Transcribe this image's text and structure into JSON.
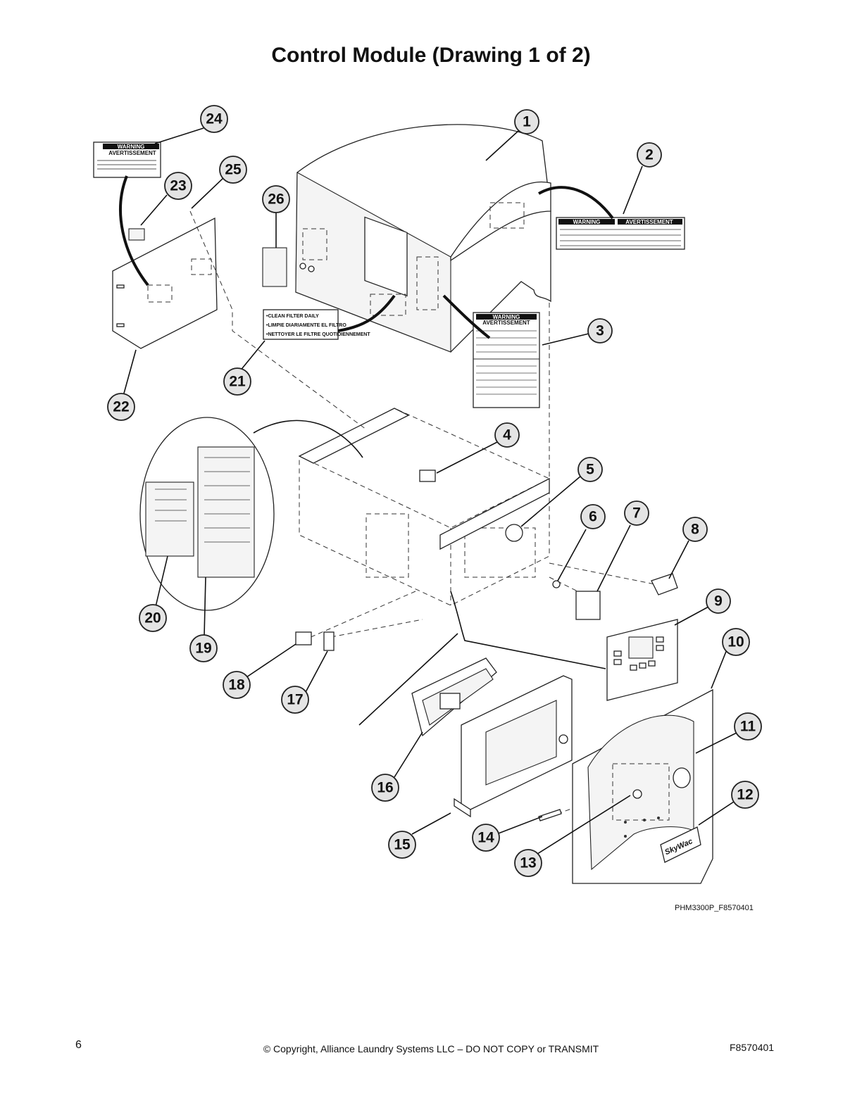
{
  "page": {
    "title": "Control Module (Drawing 1 of 2)",
    "drawing_id": "PHM3300P_F8570401",
    "page_number": "6",
    "copyright": "© Copyright, Alliance Laundry Systems LLC – DO NOT COPY or TRANSMIT",
    "doc_id": "F8570401"
  },
  "labels": {
    "filter": [
      "•CLEAN FILTER DAILY",
      "•LIMPIE DIARIAMENTE EL FILTRO",
      "•NETTOYER LE FILTRE QUOTIDIENNEMENT"
    ],
    "warning": "WARNING",
    "avertissement": "AVERTISSEMENT",
    "brand": "SkyWac"
  },
  "callouts": [
    "1",
    "2",
    "3",
    "4",
    "5",
    "6",
    "7",
    "8",
    "9",
    "10",
    "11",
    "12",
    "13",
    "14",
    "15",
    "16",
    "17",
    "18",
    "19",
    "20",
    "21",
    "22",
    "23",
    "24",
    "25",
    "26"
  ],
  "colors": {
    "ink": "#111111",
    "callout_fill": "#e4e4e4",
    "paper": "#ffffff"
  }
}
